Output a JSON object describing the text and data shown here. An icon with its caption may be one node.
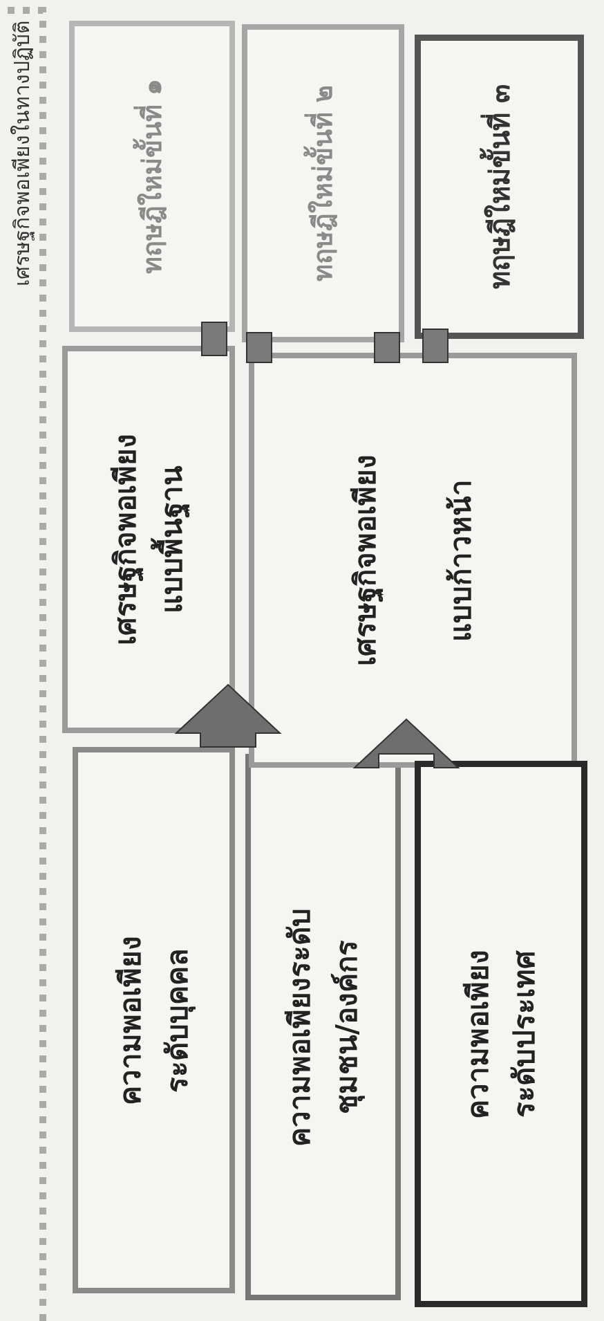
{
  "diagram": {
    "nodes": [
      {
        "text": [
          "ความพอเพียงระดับบุคคล"
        ]
      },
      {
        "text": [
          "เศรษฐกิจพอเพียงแบบพื้นฐาน"
        ]
      },
      {
        "text": [
          "ทฤษฎีใหม่ขั้นที่ ๑"
        ]
      },
      {
        "text": [
          "ความพอเพียงระดับชุมชน/องค์กร"
        ]
      },
      {
        "text": [
          "เศรษฐกิจพอเพียง",
          "แบบก้าวหน้า"
        ]
      },
      {
        "text": [
          "ทฤษฎีใหม่ขั้นที่ ๒"
        ]
      },
      {
        "text": [
          "ความพอเพียงระดับประเทศ"
        ]
      },
      {
        "text": [
          "ทฤษฎีใหม่ขั้นที่ ๓"
        ]
      }
    ],
    "edges": [
      {
        "from": 0,
        "to": 1,
        "arrow": "to",
        "style": "thick"
      },
      {
        "from": 3,
        "to": 4,
        "arrow": "to",
        "style": "thick"
      },
      {
        "from": 2,
        "to": 1,
        "arrow": "none"
      },
      {
        "from": 5,
        "to": 4,
        "arrow": "none"
      },
      {
        "from": 5,
        "to": 4,
        "arrow": "none"
      },
      {
        "from": 7,
        "to": 4,
        "arrow": "none"
      }
    ],
    "labels": [
      "เศรษฐกิจพอเพียงในทางปฏิบัติ"
    ]
  }
}
